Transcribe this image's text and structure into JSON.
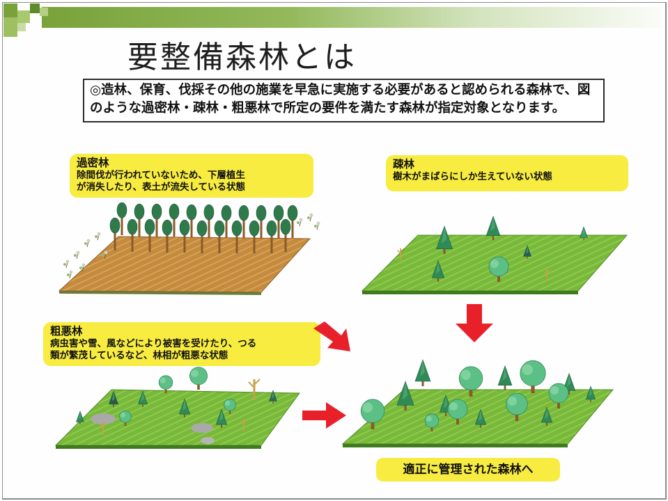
{
  "slide": {
    "title": "要整備森林とは",
    "intro_text": "◎造林、保育、伐採その他の施業を早急に実施する必要があると認められる森林で、図のような過密林・疎林・粗悪林で所定の要件を満たす森林が指定対象となります。"
  },
  "panels": {
    "dense": {
      "title": "過密林",
      "desc_line1": "除間伐が行われていないため、下層植生",
      "desc_line2": "が消失したり、表土が流失している状態"
    },
    "sparse": {
      "title": "疎林",
      "desc_line1": "樹木がまばらにしか生えていない状態"
    },
    "poor": {
      "title": "粗悪林",
      "desc_line1": "病虫害や雪、風などにより被害を受けたり、つる",
      "desc_line2": "類が繁茂しているなど、林相が粗悪な状態"
    },
    "result": {
      "label": "適正に管理された森林へ"
    }
  },
  "colors": {
    "label_bg": "#f7ec3f",
    "arrow": "#e8202a",
    "grass": "#78b83a",
    "soil": "#c48a3e",
    "band": "#79a23a"
  }
}
